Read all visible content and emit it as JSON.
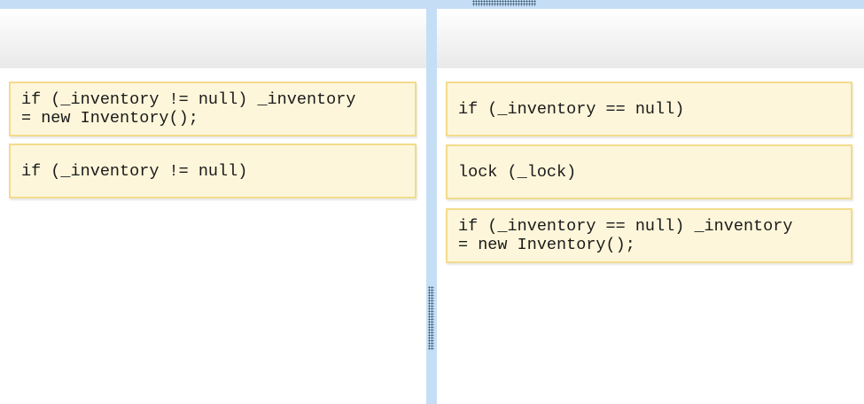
{
  "left_panel": {
    "blocks": [
      {
        "line1": "if (_inventory != null) _inventory",
        "line2": "= new Inventory();"
      },
      {
        "line1": "if (_inventory != null)",
        "line2": ""
      }
    ]
  },
  "right_panel": {
    "blocks": [
      {
        "line1": "if (_inventory == null)",
        "line2": ""
      },
      {
        "line1": "lock (_lock)",
        "line2": ""
      },
      {
        "line1": "if (_inventory == null) _inventory",
        "line2": "= new Inventory();"
      }
    ]
  },
  "colors": {
    "splitter": "#c6def5",
    "block_fill": "#fdf6da",
    "block_border": "#f2dc8c"
  }
}
